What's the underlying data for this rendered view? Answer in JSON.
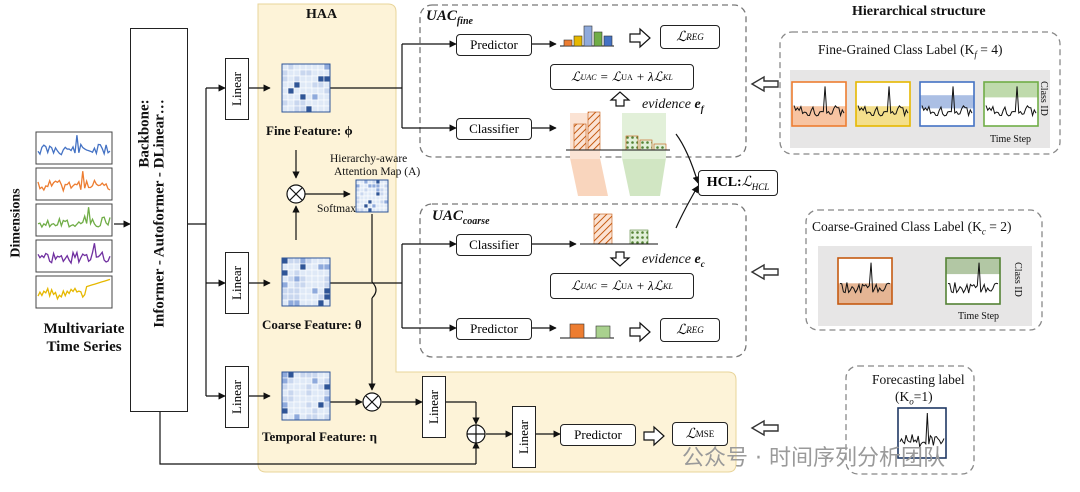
{
  "left": {
    "dimensions_label": "Dimensions",
    "input_title_line1": "Multivariate",
    "input_title_line2": "Time Series",
    "series_colors": [
      "#4472c4",
      "#ed7d31",
      "#70ad47",
      "#7030a0",
      "#e6b800"
    ]
  },
  "backbone": {
    "label": "Backbone:",
    "models": "Informer - Autoformer - DLinear…"
  },
  "haa": {
    "title": "HAA",
    "linear_label": "Linear",
    "fine_feature": "Fine Feature: ϕ",
    "coarse_feature": "Coarse Feature: θ",
    "temporal_feature": "Temporal Feature: η",
    "attention_map_line1": "Hierarchy-aware",
    "attention_map_line2": "Attention Map (A)",
    "softmax": "Softmax"
  },
  "uac_fine": {
    "title_main": "UAC",
    "title_sub": "fine",
    "predictor": "Predictor",
    "classifier": "Classifier",
    "loss_reg": "ℒ",
    "loss_reg_sub": "REG",
    "loss_eq": "ℒUAC = ℒUA + λℒKL",
    "evidence": "evidence",
    "evidence_sym": "e",
    "evidence_sub": "f"
  },
  "uac_coarse": {
    "title_main": "UAC",
    "title_sub": "coarse",
    "predictor": "Predictor",
    "classifier": "Classifier",
    "loss_reg_sub": "REG",
    "evidence": "evidence",
    "evidence_sym": "e",
    "evidence_sub": "c"
  },
  "hcl": {
    "label": "HCL: ",
    "loss_sub": "HCL"
  },
  "bottom": {
    "linear_label": "Linear",
    "predictor": "Predictor",
    "loss_sub": "MSE"
  },
  "right": {
    "heading": "Hierarchical structure",
    "fine_title": "Fine-Grained Class Label (K",
    "fine_sub": "f",
    "fine_val": " = 4)",
    "coarse_title": "Coarse-Grained Class Label (K",
    "coarse_sub": "c",
    "coarse_val": " = 2)",
    "forecast_title": "Forecasting label",
    "forecast_k": "(K",
    "forecast_sub": "o",
    "forecast_val": "=1)",
    "class_id": "Class ID",
    "time_step": "Time Step",
    "fine_colors": [
      "#ed7d31",
      "#e6b800",
      "#4472c4",
      "#70ad47"
    ],
    "coarse_colors": [
      "#c55a11",
      "#548235"
    ]
  },
  "watermark": "公众号 · 时间序列分析团队"
}
